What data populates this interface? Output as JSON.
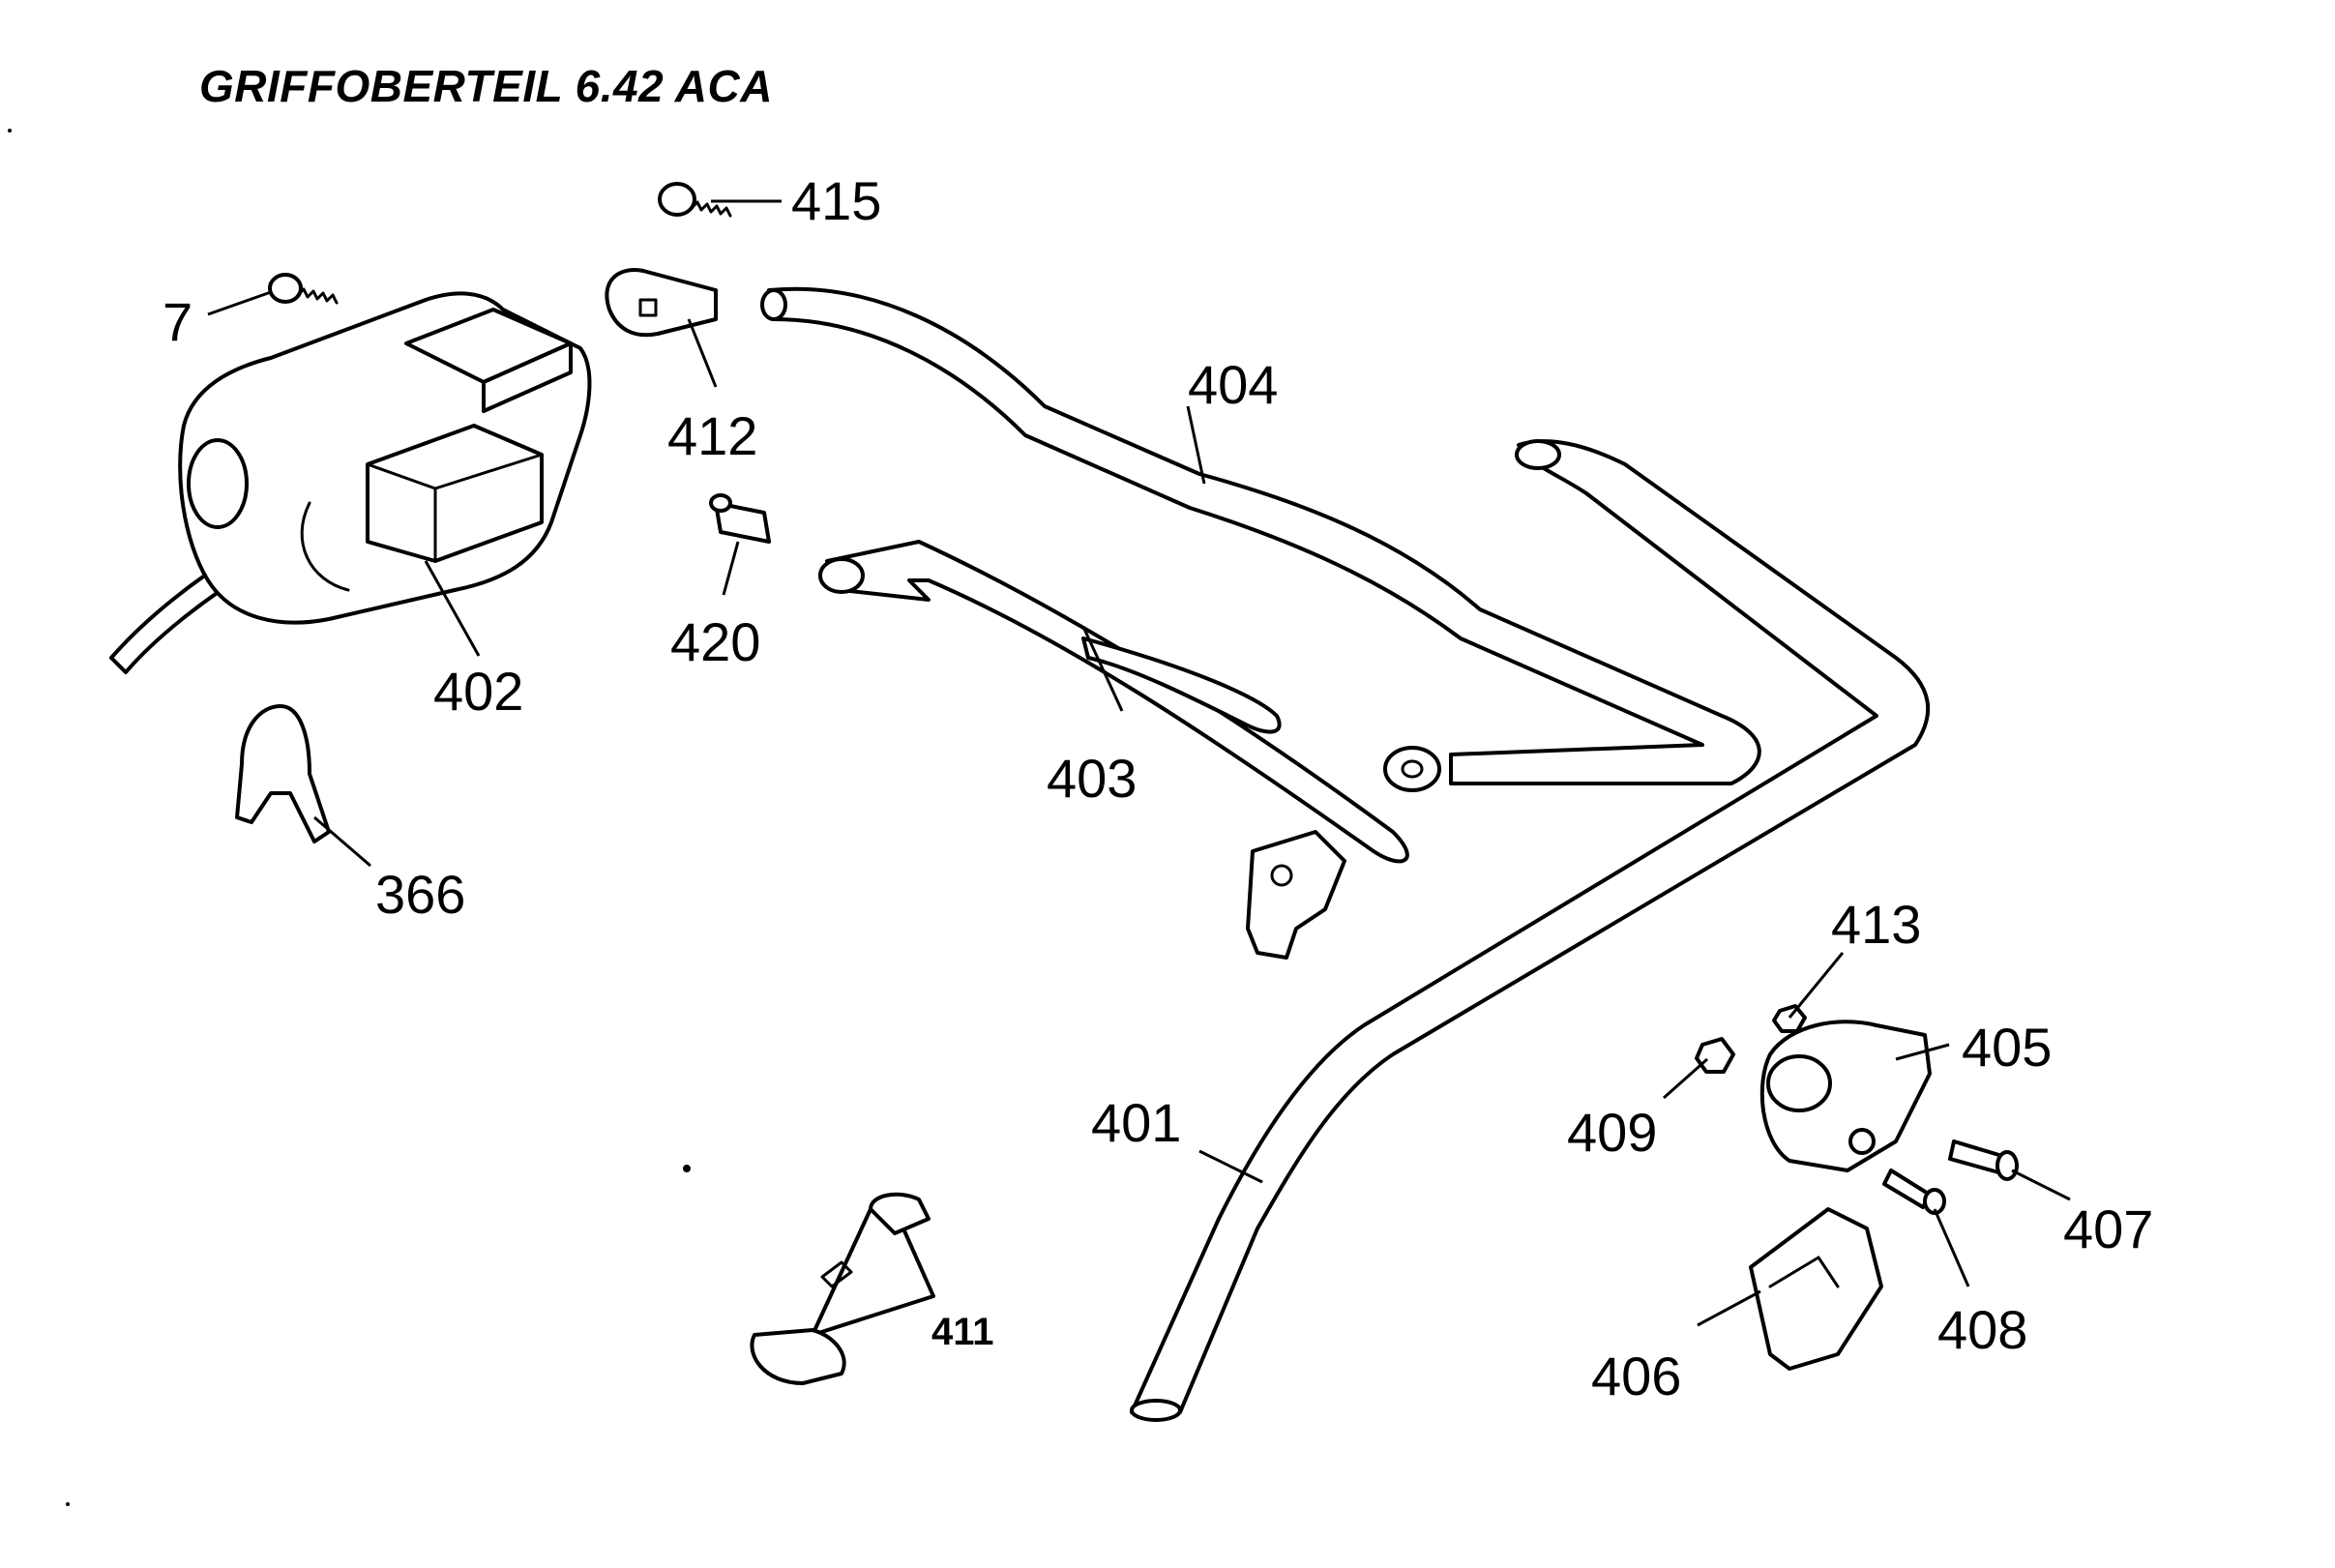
{
  "title": "GRIFFOBERTEIL 6.42 ACA",
  "labels": {
    "p7": "7",
    "p415": "415",
    "p412": "412",
    "p404": "404",
    "p420": "420",
    "p402": "402",
    "p403": "403",
    "p366": "366",
    "p413": "413",
    "p405": "405",
    "p409": "409",
    "p401": "401",
    "p407": "407",
    "p408": "408",
    "p406": "406",
    "p411": "411"
  }
}
